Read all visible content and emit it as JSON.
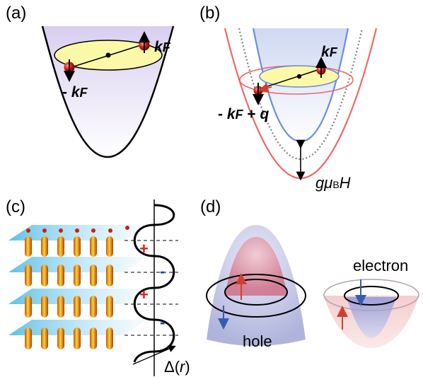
{
  "panels": {
    "a": {
      "label": "(a)",
      "k_symbol": "k",
      "k_sub": "F",
      "minus": "-"
    },
    "b": {
      "label": "(b)",
      "k_symbol": "k",
      "k_sub": "F",
      "minus": "-",
      "plus": "+",
      "q_symbol": "q",
      "field_g": "g",
      "field_mu": "μ",
      "field_sub": "B",
      "field_H": "H"
    },
    "c": {
      "label": "(c)",
      "sign_plus": "+",
      "sign_minus": "-",
      "delta": "Δ(",
      "delta_r": "r",
      "delta_close": ")"
    },
    "d": {
      "label": "(d)",
      "hole": "hole",
      "electron": "electron"
    }
  },
  "colors": {
    "outer_band": "#f06868",
    "inner_band": "#6a8ee0",
    "fermi_disk": "#fbf9a8",
    "spin_arrow_red": "#d04030",
    "spin_arrow_blue": "#3a5ab0",
    "electron_ball": "#cc1010",
    "sheet": "#9ed8f0",
    "cigar": "#e8a020"
  }
}
